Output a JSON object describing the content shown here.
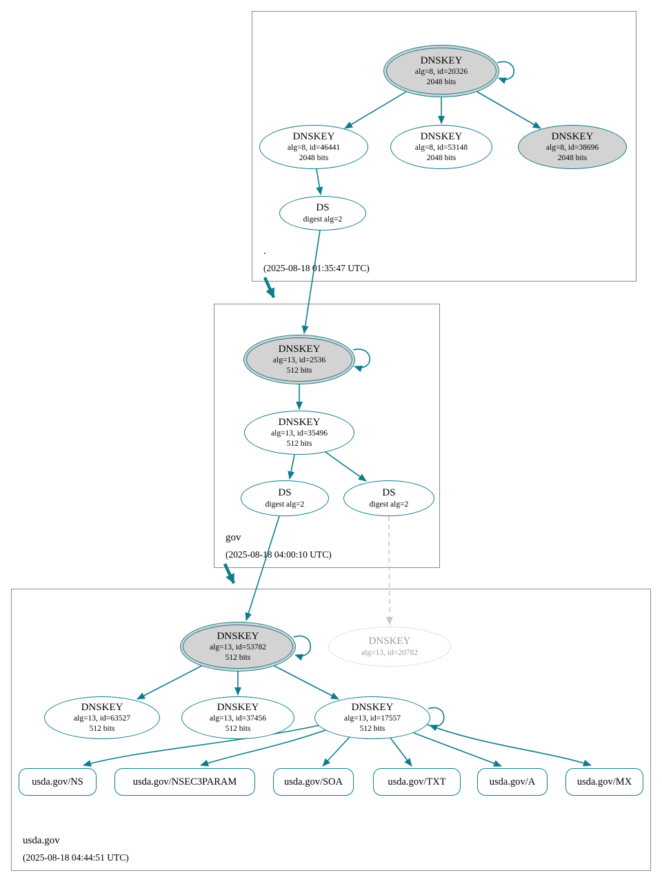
{
  "colors": {
    "secure_edge": "#0e7c8b",
    "node_border": "#0e7c8b",
    "ksk_fill": "#d3d3d3",
    "ghost_gray": "#c9c9c9",
    "zone_border": "#8a8a8a"
  },
  "root_zone": {
    "name": ".",
    "timestamp": "(2025-08-18 01:35:47 UTC)",
    "ksk": {
      "label": "DNSKEY",
      "detail": "alg=8, id=20326",
      "bits": "2048 bits"
    },
    "zsk_left": {
      "label": "DNSKEY",
      "detail": "alg=8, id=46441",
      "bits": "2048 bits"
    },
    "zsk_mid": {
      "label": "DNSKEY",
      "detail": "alg=8, id=53148",
      "bits": "2048 bits"
    },
    "ksk2": {
      "label": "DNSKEY",
      "detail": "alg=8, id=38696",
      "bits": "2048 bits"
    },
    "ds": {
      "label": "DS",
      "detail": "digest alg=2"
    }
  },
  "gov_zone": {
    "name": "gov",
    "timestamp": "(2025-08-18 04:00:10 UTC)",
    "ksk": {
      "label": "DNSKEY",
      "detail": "alg=13, id=2536",
      "bits": "512 bits"
    },
    "zsk": {
      "label": "DNSKEY",
      "detail": "alg=13, id=35496",
      "bits": "512 bits"
    },
    "ds_left": {
      "label": "DS",
      "detail": "digest alg=2"
    },
    "ds_right": {
      "label": "DS",
      "detail": "digest alg=2"
    }
  },
  "usda_zone": {
    "name": "usda.gov",
    "timestamp": "(2025-08-18 04:44:51 UTC)",
    "ksk": {
      "label": "DNSKEY",
      "detail": "alg=13, id=53782",
      "bits": "512 bits"
    },
    "ghost_key": {
      "label": "DNSKEY",
      "detail": "alg=13, id=20782"
    },
    "zsk_left": {
      "label": "DNSKEY",
      "detail": "alg=13, id=63527",
      "bits": "512 bits"
    },
    "zsk_mid": {
      "label": "DNSKEY",
      "detail": "alg=13, id=37456",
      "bits": "512 bits"
    },
    "zsk_right": {
      "label": "DNSKEY",
      "detail": "alg=13, id=17557",
      "bits": "512 bits"
    },
    "rrsets": [
      "usda.gov/NS",
      "usda.gov/NSEC3PARAM",
      "usda.gov/SOA",
      "usda.gov/TXT",
      "usda.gov/A",
      "usda.gov/MX"
    ]
  }
}
